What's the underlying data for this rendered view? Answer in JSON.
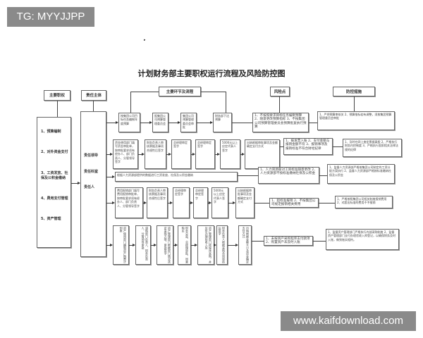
{
  "watermarks": {
    "top": "TG: MYYJJPP",
    "bottom": "www.kaifdownload.com"
  },
  "title": "计划财务部主要职权运行流程及风险防控图",
  "headers": {
    "powers": "主要职权",
    "subject": "责任主体",
    "process": "主要环节及流程",
    "risk": "风险点",
    "control": "防控措施"
  },
  "powers": [
    "1、预算编制",
    "2、对外资金支付",
    "3、工资发放、社保及公积金缴纳",
    "4、费用支付管理",
    "5、资产管理"
  ],
  "subjects": [
    "责任领导",
    "责任科室",
    "责任人"
  ],
  "rows": [
    {
      "steps": [
        "按集团公司目标任务编制年度预算",
        "报集团公司预算管理委员会",
        "集团公司预算管理委员会审批",
        "财务部下达预算"
      ],
      "risk": "1、不按照要求目标任务编制预算 2、随意更改预算指标 3、不按集团公司预算管理委员会预算批复执行预算",
      "control": "1、严把预算审核关 2、预算指标若有调整，须按集团预算管理委员会审批"
    },
    {
      "steps": [
        "资金使用部门填写资金审批单，按审批要求须有经办人、部门负责人、分管领导签字",
        "财务负责人审核票据及事项合规性后签字",
        "总经理审定签字",
        "总经理审定签字",
        "5000元以上应定代表人签字",
        "出纳根据审批事项及金额确定支付方式"
      ],
      "risk": "1、报发票入账 2、支付金额与报销金额不符 3、报销事项及报销标准不符合财经纪律",
      "control": "1、及时在网上查定票据真假 2、严格执行财务内控制度 3、严格执行国家相关法律法规的纪律"
    },
    {
      "steps": [
        "根据人力资源部提供的数据进行工资发放、社保及公积金缴纳"
      ],
      "risk": "1、人力资源部对工资标准随意更改 2、人力资源部不按标准缴纳社保及公积金",
      "control": "1、监督人力资源部严格按集团公司制定的工资分配方案执行 2、监督人力资源部严格按标准缴纳社保及公积金"
    },
    {
      "steps": [
        "费用报销部门填写费用报销审批单，按审批要求须有经办人、部门负责人、分管领导签字",
        "财务负责人审核票据及事项合规性后签字",
        "总经理审定签字",
        "总经理审定签字",
        "5000元以上应定代表人签字",
        "出纳根据审批事项及金额确定支付方式"
      ],
      "risk": "1、超标准报销 2、不按集团公司规定报销相关费用",
      "control": "1、严格按照集团公司相关制度报销费用 2、对超出标准的费用不予报销"
    },
    {
      "steps": [
        "资产使用部门编制资产购置计划表",
        "请购部门负责人、财务负责人、分管领导审批",
        "资产管理部门根据部门情况选定采购方案，审批签字",
        "财务总监、总经理审批，同意购买",
        "资产管理部门按程序采购，并及时办理验收入库",
        "财务负责人根据采购合同审核后签字",
        "出纳根据金额大小及资金确定支付方式"
      ],
      "risk": "1、未按资产采购程序支付款项 2、购置资产未及时入账",
      "control": "1、监督资产管理部门严格执行内部采购制度 2、监督资产管理部门支付办理验收入库登记，以确保财务及时入账，做到账实相符。"
    }
  ],
  "colors": {
    "highlight": "#cc3333",
    "watermark": "#8a8a8a"
  }
}
